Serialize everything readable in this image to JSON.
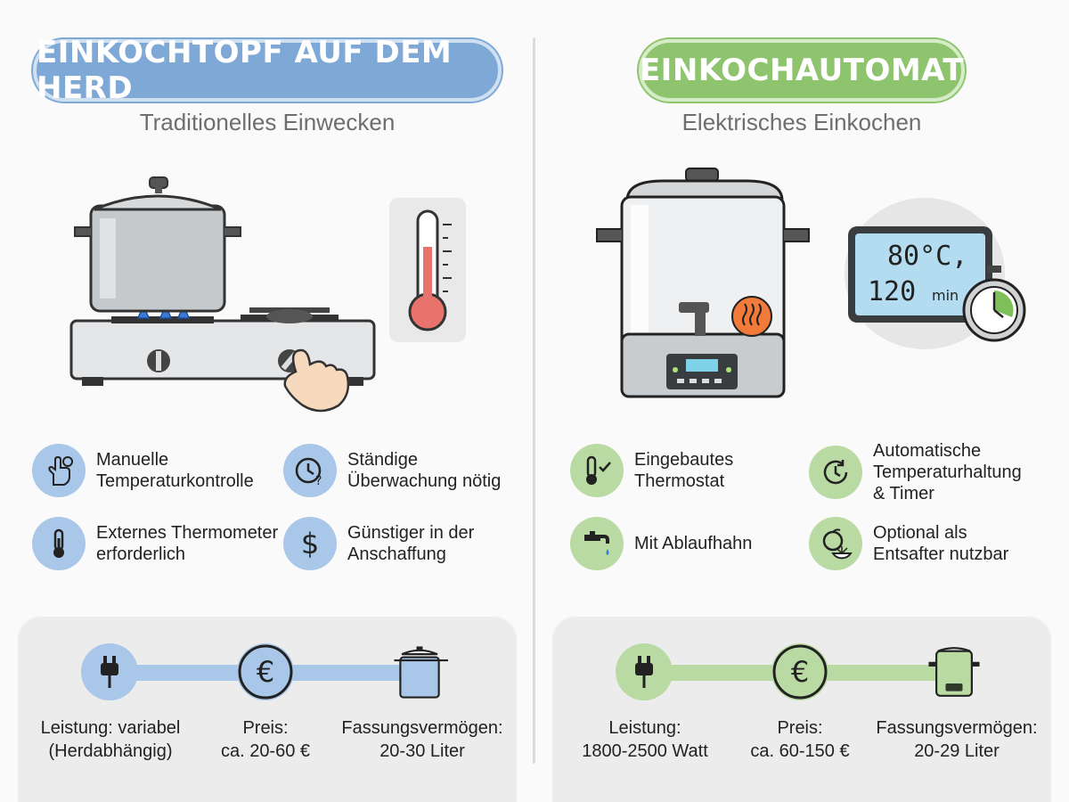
{
  "left": {
    "title": "EINKOCHTOPF AUF DEM HERD",
    "subtitle": "Traditionelles Einwecken",
    "features": [
      {
        "icon": "hand-gear-icon",
        "text": "Manuelle\nTemperaturkontrolle"
      },
      {
        "icon": "clock-question-icon",
        "text": "Ständige\nÜberwachung nötig"
      },
      {
        "icon": "thermometer-icon",
        "text": "Externes Thermometer\nerforderlich"
      },
      {
        "icon": "dollar-icon",
        "text": "Günstiger in der\nAnschaffung"
      }
    ],
    "stats": [
      {
        "icon": "plug-icon",
        "text": "Leistung: variabel\n(Herdabhängig)"
      },
      {
        "icon": "euro-icon",
        "text": "Preis:\nca. 20-60 €"
      },
      {
        "icon": "pot-icon",
        "text": "Fassungsvermögen:\n20-30 Liter"
      }
    ]
  },
  "right": {
    "title": "EINKOCHAUTOMAT",
    "subtitle": "Elektrisches Einkochen",
    "display": {
      "temp": "80°C,",
      "time": "120",
      "unit": "min"
    },
    "features": [
      {
        "icon": "thermometer-check-icon",
        "text": "Eingebautes\nThermostat"
      },
      {
        "icon": "clock-arrow-icon",
        "text": "Automatische\nTemperaturhaltung\n& Timer"
      },
      {
        "icon": "faucet-icon",
        "text": "Mit Ablaufhahn"
      },
      {
        "icon": "citrus-icon",
        "text": "Optional als\nEntsafter nutzbar"
      }
    ],
    "stats": [
      {
        "icon": "plug-icon",
        "text": "Leistung:\n1800-2500 Watt"
      },
      {
        "icon": "euro-icon",
        "text": "Preis:\nca. 60-150 €"
      },
      {
        "icon": "cooker-icon",
        "text": "Fassungsvermögen:\n20-29 Liter"
      }
    ]
  },
  "colors": {
    "blue": "#7ea8d6",
    "green": "#8ec46e"
  }
}
